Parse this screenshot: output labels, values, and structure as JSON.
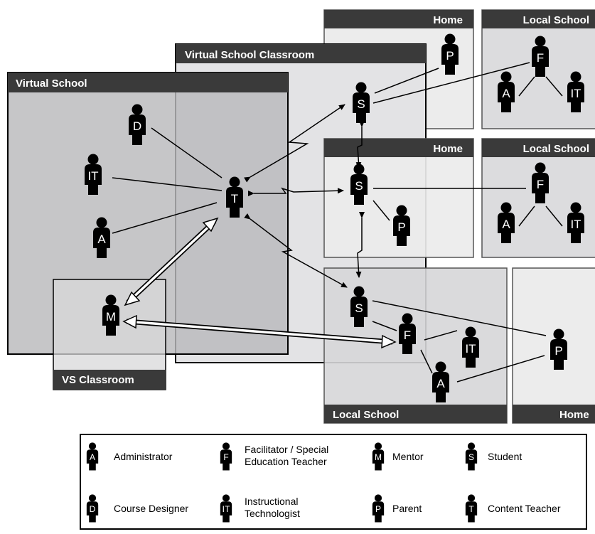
{
  "regions": {
    "home_top": "Home",
    "local_school_top": "Local School",
    "virtual_school_classroom": "Virtual School Classroom",
    "virtual_school": "Virtual School",
    "home_middle": "Home",
    "local_school_middle": "Local School",
    "vs_classroom": "VS Classroom",
    "local_school_bottom": "Local School",
    "home_bottom": "Home"
  },
  "people": {
    "D": "D",
    "IT": "IT",
    "A": "A",
    "M": "M",
    "T": "T",
    "S": "S",
    "P": "P",
    "F": "F"
  },
  "legend": [
    {
      "letter": "A",
      "line1": "Administrator",
      "line2": ""
    },
    {
      "letter": "F",
      "line1": "Facilitator / Special",
      "line2": "Education Teacher"
    },
    {
      "letter": "M",
      "line1": "Mentor",
      "line2": ""
    },
    {
      "letter": "S",
      "line1": "Student",
      "line2": ""
    },
    {
      "letter": "D",
      "line1": "Course Designer",
      "line2": ""
    },
    {
      "letter": "IT",
      "line1": "Instructional",
      "line2": "Technologist"
    },
    {
      "letter": "P",
      "line1": "Parent",
      "line2": ""
    },
    {
      "letter": "T",
      "line1": "Content Teacher",
      "line2": ""
    }
  ],
  "colors": {
    "label_bar": "#3a3a3a",
    "virtual_school": "#b9b9bc",
    "classroom": "#e3e3e5",
    "home": "#ececec",
    "local_school": "#dcdcde",
    "person": "#000000"
  }
}
